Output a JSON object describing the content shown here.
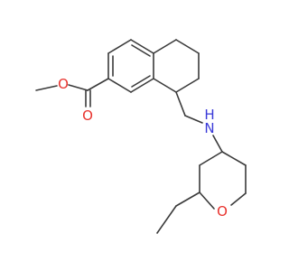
{
  "atom_labels": {
    "carbonyl_oxygen": "O",
    "ester_oxygen": "O",
    "amine_nitrogen": "N",
    "amine_hydrogen": "H",
    "ring_oxygen": "O"
  },
  "colors": {
    "bond": "#3a3a3a",
    "oxygen": "#e8322d",
    "nitrogen": "#3a3ad8",
    "background": "#ffffff"
  }
}
